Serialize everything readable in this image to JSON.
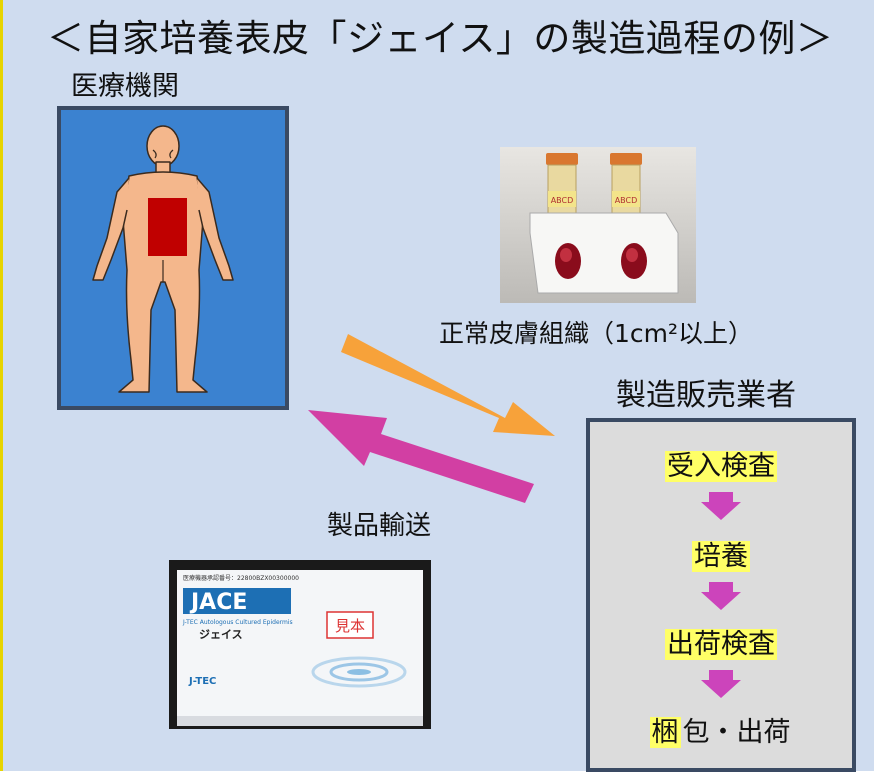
{
  "title": "＜自家培養表皮「ジェイス」の製造過程の例＞",
  "labels": {
    "hospital": "医療機関",
    "skin_tissue": "正常皮膚組織（1cm²以上）",
    "manufacturer": "製造販売業者",
    "transport": "製品輸送"
  },
  "process_steps": {
    "step1": "受入検査",
    "step2": "培養",
    "step3": "出荷検査",
    "step4_highlight": "梱",
    "step4_rest": "包・出荷"
  },
  "vial_label": "ABCD",
  "package": {
    "header": "医療機器承認番号：22800BZX00300000",
    "brand": "JACE",
    "subtitle": "J-TEC Autologous Cultured Epidermis",
    "name": "ジェイス",
    "sample_stamp": "見本",
    "company": "J-TEC"
  },
  "colors": {
    "background": "#cfdcef",
    "panel_blue": "#3b82d0",
    "skin": "#f4b78c",
    "harvest_site": "#c00000",
    "arrow_orange": "#f7a23a",
    "arrow_magenta": "#d23fa3",
    "step_highlight": "#ffff66",
    "step_arrow": "#cc44bb"
  }
}
